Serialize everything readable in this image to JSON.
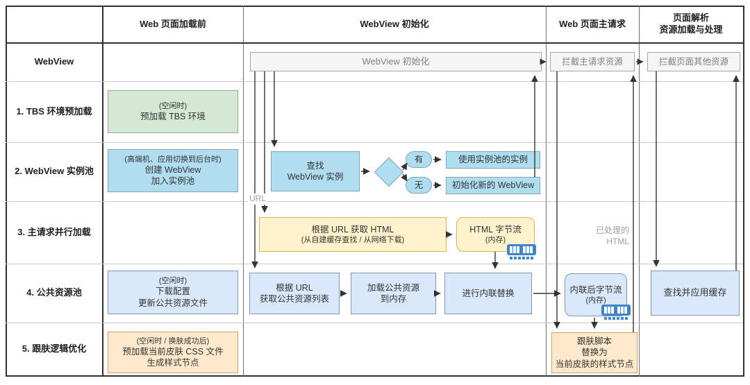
{
  "table": {
    "col_headers": [
      "Web 页面加载前",
      "WebView 初始化",
      "Web 页面主请求",
      "页面解析\n资源加载与处理"
    ],
    "row_headers": [
      "WebView",
      "1. TBS 环境预加载",
      "2. WebView 实例池",
      "3. 主请求并行加载",
      "4. 公共资源池",
      "5. 跟肤逻辑优化"
    ]
  },
  "nodes": {
    "webview_init_bar": {
      "label": "WebView 初始化"
    },
    "intercept_main": {
      "label": "拦截主请求资源"
    },
    "intercept_other": {
      "label": "拦截页面其他资源"
    },
    "tbs_preload": {
      "note": "(空闲时)",
      "label": "预加载 TBS 环境"
    },
    "webview_pool": {
      "note": "(高端机、应用切换到后台时)",
      "label": "创建 WebView\n加入实例池"
    },
    "find_instance": {
      "label": "查找\nWebView 实例"
    },
    "branch_yes": {
      "label": "有"
    },
    "branch_no": {
      "label": "无"
    },
    "use_pool_instance": {
      "label": "使用实例池的实例"
    },
    "init_new_webview": {
      "label": "初始化新的 WebView"
    },
    "fetch_html": {
      "label": "根据 URL 获取 HTML",
      "note": "(从自建缓存查找 / 从网络下载)"
    },
    "html_stream": {
      "label": "HTML 字节流",
      "note": "(内存)"
    },
    "public_res_update": {
      "note": "(空闲时)",
      "label": "下载配置\n更新公共资源文件"
    },
    "get_res_list": {
      "label": "根据 URL\n获取公共资源列表"
    },
    "load_res_memory": {
      "label": "加载公共资源\n到内存"
    },
    "inline_replace": {
      "label": "进行内联替换"
    },
    "inlined_stream": {
      "label": "内联后字节流",
      "note": "(内存)"
    },
    "find_apply_cache": {
      "label": "查找并应用缓存"
    },
    "skin_preload": {
      "note": "(空闲时 / 换肤成功后)",
      "label": "预加载当前皮肤 CSS 文件\n生成样式节点"
    },
    "skin_script_replace": {
      "label": "跟肤脚本\n替换为\n当前皮肤的样式节点"
    }
  },
  "annotations": {
    "url_label": "URL",
    "processed_html": "已处理的\nHTML"
  },
  "colors": {
    "green_fill": "#d5e8d4",
    "green_stroke": "#93ac8c",
    "blue_fill": "#b1ddf0",
    "blue_stroke": "#7ea6b8",
    "lightblue_fill": "#dae8fc",
    "lightblue_stroke": "#8596b3",
    "yellow_fill": "#fff2cc",
    "yellow_stroke": "#d6b656",
    "orange_fill": "#ffe9cc",
    "orange_stroke": "#cfa265",
    "gray_fill": "#f5f5f5",
    "gray_text": "#808080",
    "arrow": "#333333",
    "memory_icon_blue": "#3d85c8"
  }
}
